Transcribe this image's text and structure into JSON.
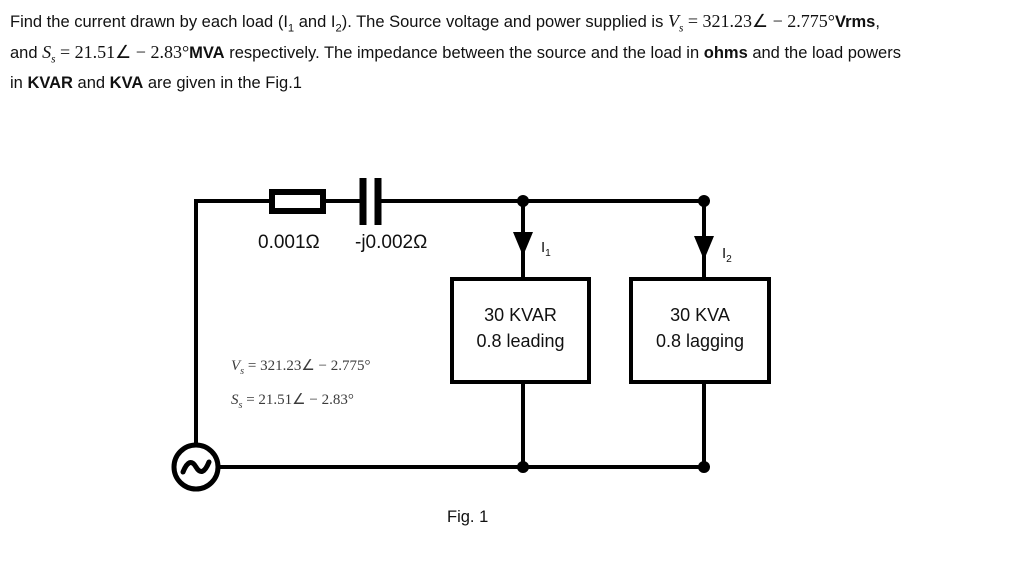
{
  "problem": {
    "line1_a": "Find the current drawn by each load (I",
    "line1_sub1": "1",
    "line1_b": " and I",
    "line1_sub2": "2",
    "line1_c": "). The Source voltage and power supplied is ",
    "vs_symbol": "V",
    "vs_sub": "s",
    "equals": " = ",
    "vs_value": "321.23∠ − 2.775°",
    "vrms_unit": "Vrms",
    "and_text": ", and ",
    "ss_symbol": "S",
    "ss_sub": "s",
    "ss_value": "21.51∠ − 2.83°",
    "mva_unit": "MVA",
    "line2_tail": " respectively. The impedance between the",
    "line3_a": "source and the load in ",
    "ohms_unit": "ohms",
    "line3_b": " and the load powers in ",
    "kvar_unit": "KVAR",
    "line3_c": " and ",
    "kva_unit": "KVA",
    "line3_d": " are given in the Fig.1"
  },
  "figure": {
    "caption": "Fig.  1",
    "resistor_label": "0.001Ω",
    "capacitor_label": "-j0.002Ω",
    "current1_label": "I",
    "current1_sub": "1",
    "current2_label": "I",
    "current2_sub": "2",
    "source_vs": {
      "symbol": "V",
      "sub": "s",
      "rest": " = 321.23∠ − 2.775°"
    },
    "source_ss": {
      "symbol": "S",
      "sub": "s",
      "rest": " = 21.51∠ − 2.83°"
    },
    "load1": {
      "line1": "30 KVAR",
      "line2": "0.8 leading"
    },
    "load2": {
      "line1": "30 KVA",
      "line2": "0.8 lagging"
    }
  },
  "colors": {
    "wire": "#000000",
    "text": "#111111",
    "background": "#ffffff"
  }
}
